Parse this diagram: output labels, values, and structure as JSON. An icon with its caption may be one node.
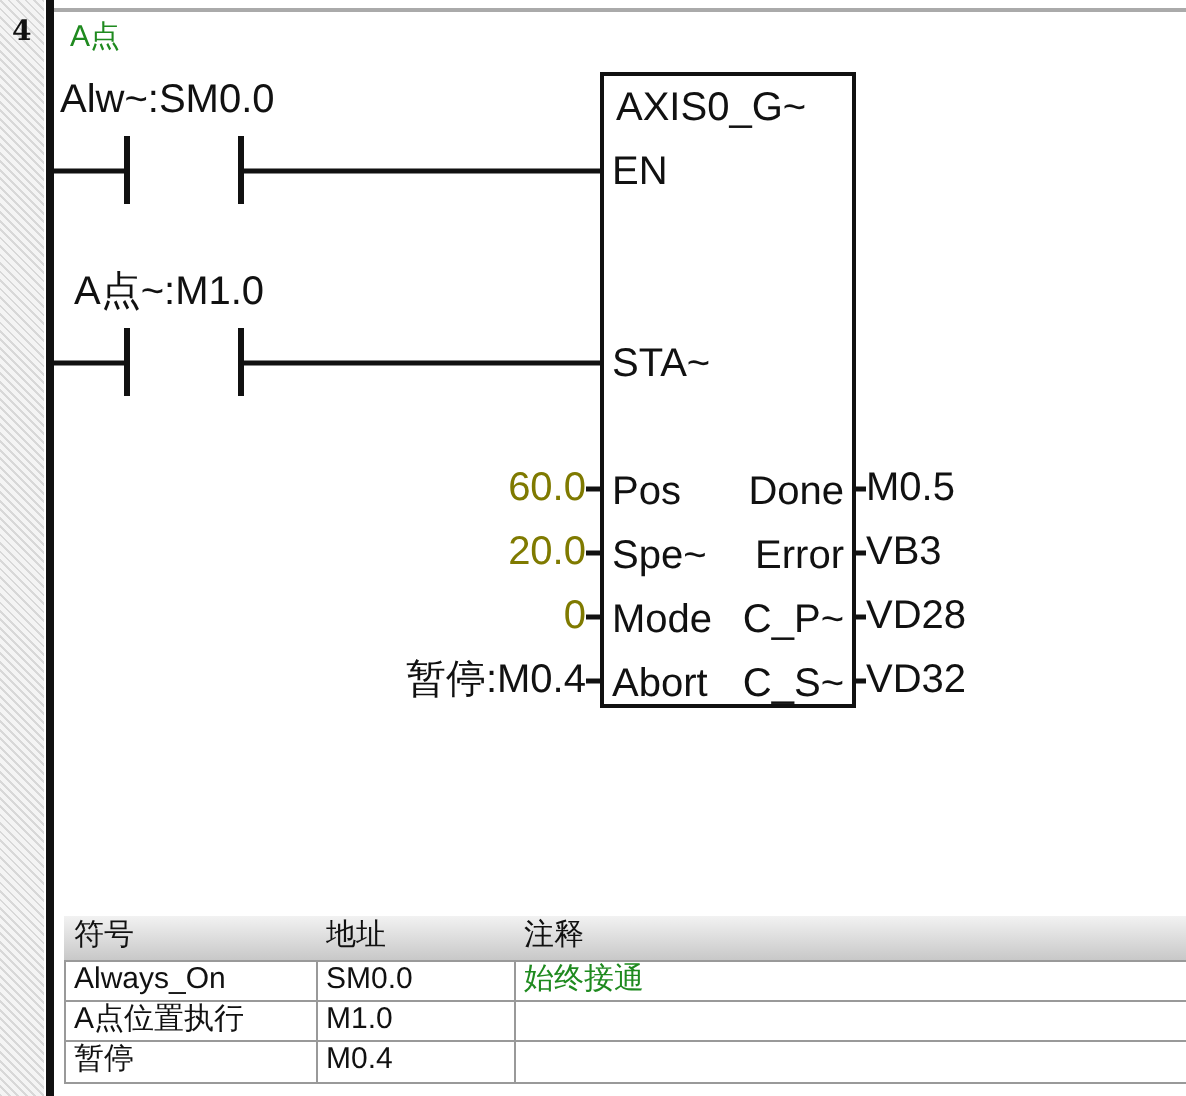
{
  "diagram": {
    "nodes": [
      {
        "text": [],
        "shape": "bar"
      },
      {
        "text": [],
        "shape": "contact",
        "beside": [
          "Alw~:SM0.0"
        ]
      },
      {
        "text": [],
        "shape": "contact",
        "beside": [
          "A点~:M1.0"
        ]
      },
      {
        "text": [
          "AXIS0_G~",
          "EN",
          "STA~",
          "Pos",
          "Spe~",
          "Mode",
          "Abort",
          "Done",
          "Error",
          "C_P~",
          "C_S~"
        ]
      },
      {
        "text": [
          "60.0"
        ]
      },
      {
        "text": [
          "20.0"
        ]
      },
      {
        "text": [
          "0"
        ]
      },
      {
        "text": [
          "暂停:M0.4"
        ]
      },
      {
        "text": [
          "M0.5"
        ]
      },
      {
        "text": [
          "VB3"
        ]
      },
      {
        "text": [
          "VD28"
        ]
      },
      {
        "text": [
          "VD32"
        ]
      }
    ],
    "edges": [
      {
        "from": 0,
        "to": 1,
        "arrow": "none"
      },
      {
        "from": 1,
        "to": 3,
        "arrow": "none"
      },
      {
        "from": 0,
        "to": 2,
        "arrow": "none"
      },
      {
        "from": 2,
        "to": 3,
        "arrow": "none"
      },
      {
        "from": 4,
        "to": 3,
        "arrow": "none"
      },
      {
        "from": 5,
        "to": 3,
        "arrow": "none"
      },
      {
        "from": 6,
        "to": 3,
        "arrow": "none"
      },
      {
        "from": 7,
        "to": 3,
        "arrow": "none"
      },
      {
        "from": 3,
        "to": 8,
        "arrow": "none"
      },
      {
        "from": 3,
        "to": 9,
        "arrow": "none"
      },
      {
        "from": 3,
        "to": 10,
        "arrow": "none"
      },
      {
        "from": 3,
        "to": 11,
        "arrow": "none"
      }
    ],
    "labels": [
      "4",
      "A点",
      "符号",
      "地址",
      "注释",
      "Always_On",
      "SM0.0",
      "始终接通",
      "A点位置执行",
      "M1.0",
      "暂停",
      "M0.4"
    ]
  }
}
